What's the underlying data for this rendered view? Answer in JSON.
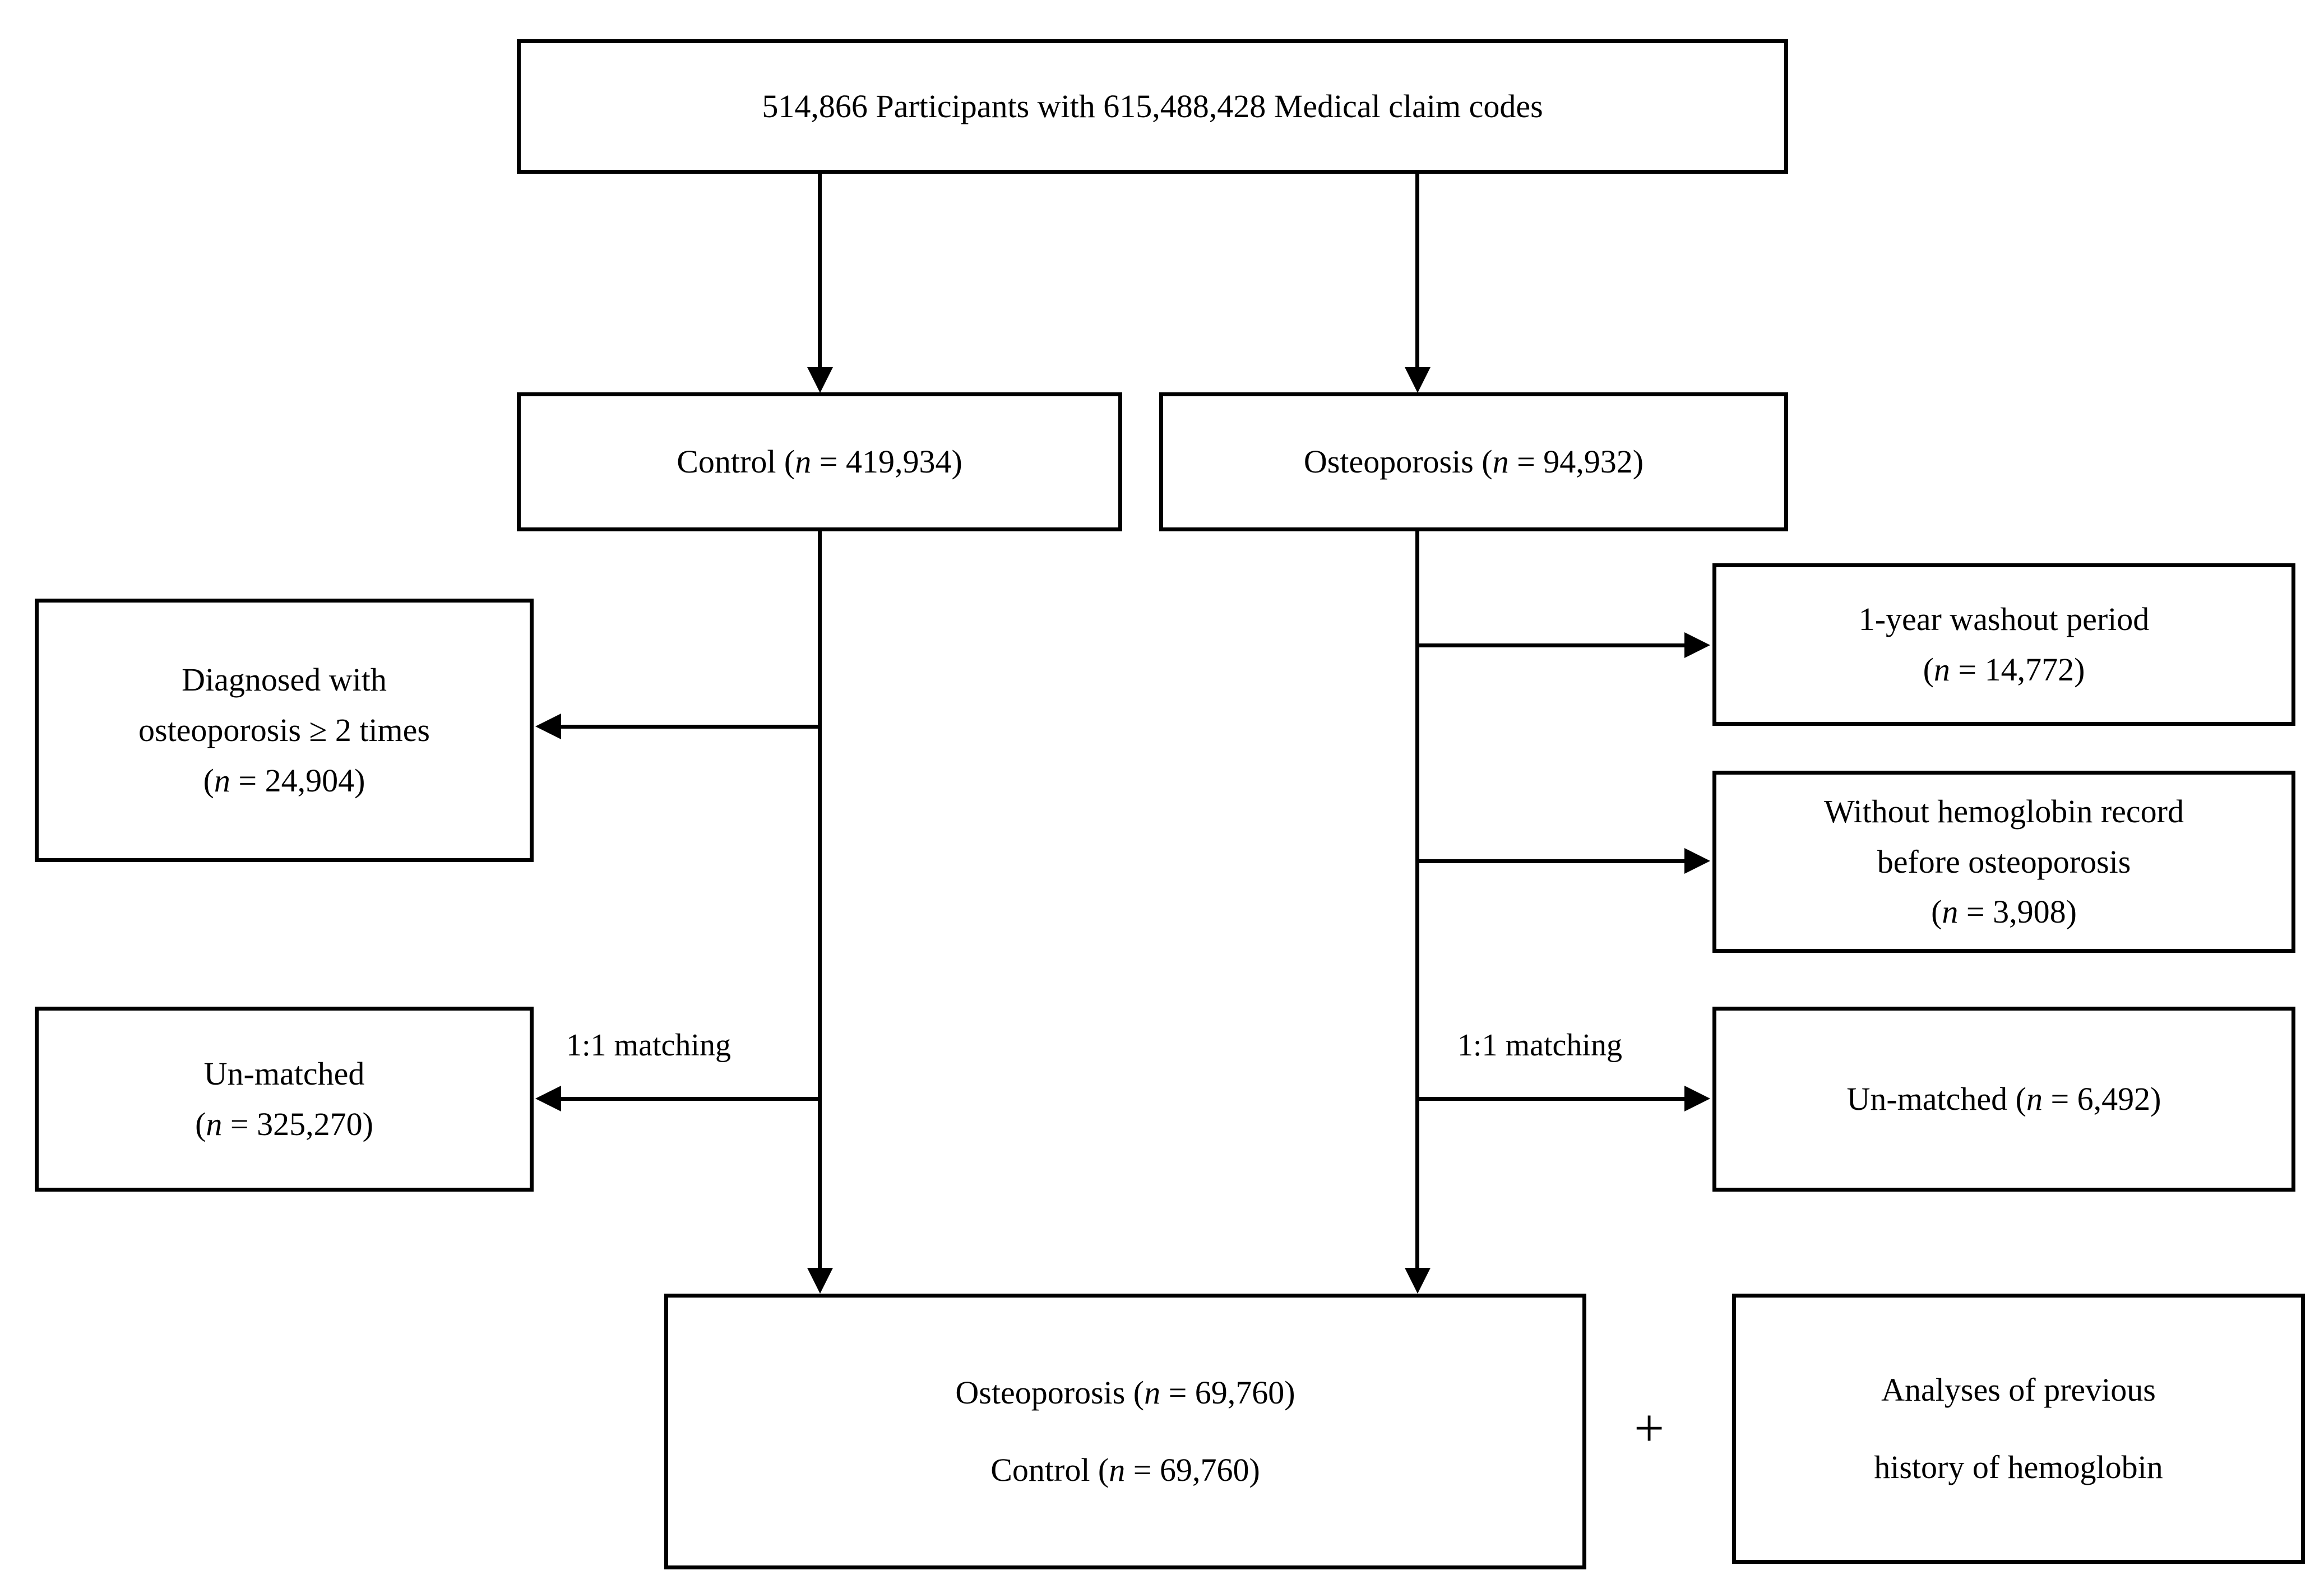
{
  "diagram": {
    "type": "flowchart",
    "title": "Study population selection flow",
    "nodes": {
      "source": {
        "lines": [
          "514,866 Participants with  615,488,428 Medical claim codes"
        ]
      },
      "control": {
        "lines": [
          "Control (n = 419,934)"
        ]
      },
      "osteoporosis": {
        "lines": [
          "Osteoporosis (n = 94,932)"
        ]
      },
      "diagnosed_twice": {
        "lines": [
          "Diagnosed with",
          "osteoporosis ≥ 2 times",
          "(n = 24,904)"
        ]
      },
      "unmatched_control": {
        "lines": [
          "Un-matched",
          "(n = 325,270)"
        ]
      },
      "washout": {
        "lines": [
          "1-year washout period",
          "(n = 14,772)"
        ]
      },
      "no_hemoglobin": {
        "lines": [
          "Without hemoglobin record",
          "before osteoporosis",
          "(n = 3,908)"
        ]
      },
      "unmatched_osteo": {
        "lines": [
          "Un-matched (n = 6,492)"
        ]
      },
      "final_cohort": {
        "lines": [
          "Osteoporosis (n = 69,760)",
          "Control (n =  69,760)"
        ]
      },
      "analyses": {
        "lines": [
          "Analyses of previous",
          "history of hemoglobin"
        ]
      }
    },
    "edge_labels": {
      "matching_left": "1:1 matching",
      "matching_right": "1:1 matching"
    },
    "operators": {
      "plus": "+"
    },
    "colors": {
      "stroke": "#000000",
      "fill": "#ffffff",
      "text": "#000000"
    }
  }
}
